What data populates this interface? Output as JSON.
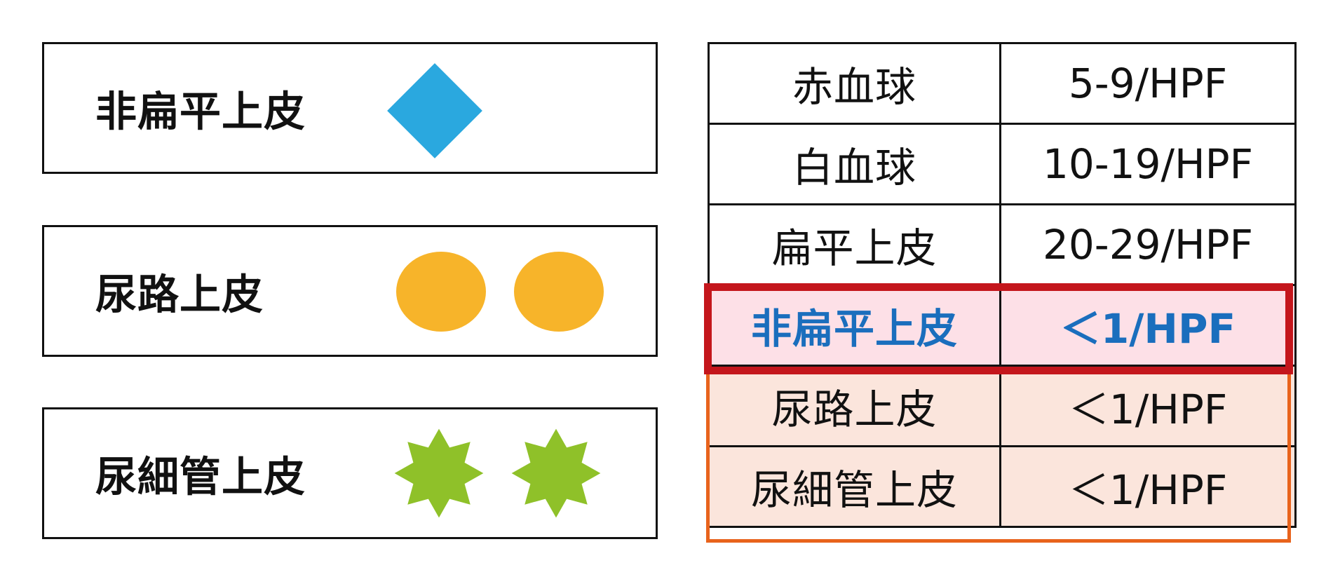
{
  "legend": [
    {
      "label": "非扁平上皮",
      "shape": "diamond",
      "color": "#2aa8df",
      "count": 1
    },
    {
      "label": "尿路上皮",
      "shape": "circle",
      "color": "#f7b42a",
      "count": 2
    },
    {
      "label": "尿細管上皮",
      "shape": "star",
      "color": "#8fc129",
      "count": 2
    }
  ],
  "table": {
    "rows": [
      {
        "name": "赤血球",
        "value": "5-9/HPF"
      },
      {
        "name": "白血球",
        "value": "10-19/HPF"
      },
      {
        "name": "扁平上皮",
        "value": "20-29/HPF"
      },
      {
        "name": "非扁平上皮",
        "value": "＜1/HPF"
      },
      {
        "name": "尿路上皮",
        "value": "＜1/HPF"
      },
      {
        "name": "尿細管上皮",
        "value": "＜1/HPF"
      }
    ]
  },
  "colors": {
    "highlight_border": "#c4161c",
    "highlight_fill": "#fde0e7",
    "highlight_text": "#1a6ebd",
    "group_border": "#e8631c",
    "group_fill": "#fbe5dc"
  }
}
